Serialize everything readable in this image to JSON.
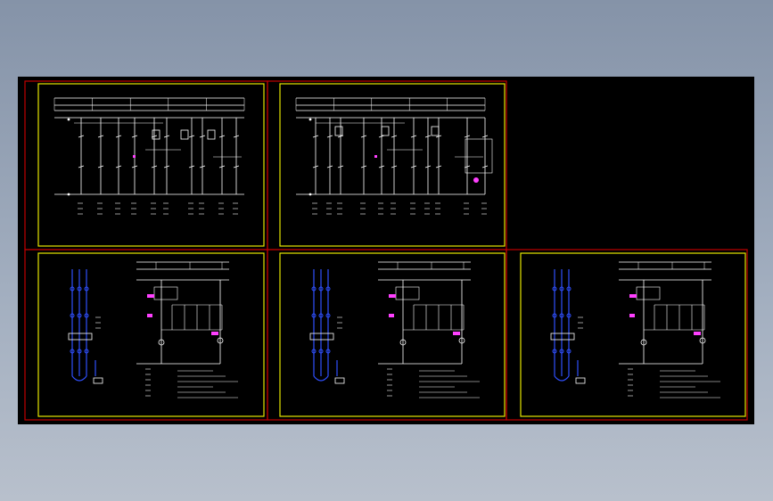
{
  "viewer": {
    "background": "#8c99ad",
    "drawing_background": "#000000"
  },
  "colors": {
    "frame_outer": "#c00000",
    "frame_inner": "#e6e600",
    "wire": "#ffffff",
    "motor_wire": "#3050ff",
    "marker": "#ff40ff",
    "text": "#ffffff"
  },
  "sheets": [
    {
      "id": "sheet-1",
      "kind": "control-circuit-multi"
    },
    {
      "id": "sheet-2",
      "kind": "control-circuit-relay"
    },
    {
      "id": "sheet-3",
      "kind": "motor-starter"
    },
    {
      "id": "sheet-4",
      "kind": "motor-starter"
    },
    {
      "id": "sheet-5",
      "kind": "motor-starter"
    }
  ]
}
